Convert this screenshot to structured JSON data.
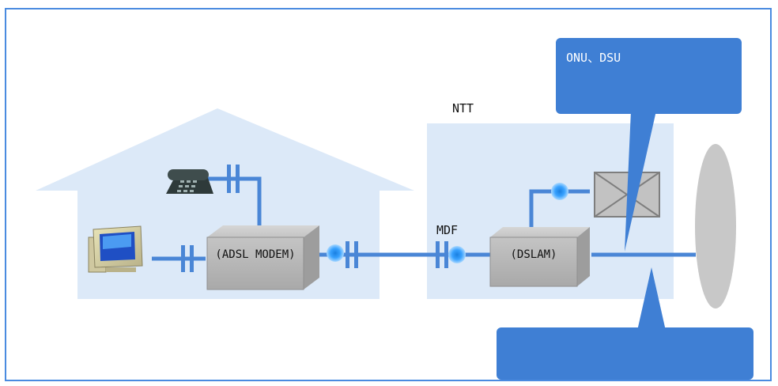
{
  "labels": {
    "customer_home": "",
    "ntt_office": "NTT",
    "phone": "",
    "protector": "",
    "mdf": "MDF",
    "cloud_text": ""
  },
  "devices": {
    "modem_line1": "",
    "modem_line2": "(ADSL MODEM)",
    "dslam_line1": "",
    "dslam_line2": "(DSLAM)"
  },
  "callouts": {
    "top": [
      "ONU、DSU",
      "",
      ""
    ],
    "bottom": [
      "",
      ""
    ]
  },
  "colors": {
    "area_fill": "#dce9f8",
    "line": "#4a86d6",
    "callout": "#3f7fd4",
    "device_box": "#b9b9b9",
    "cloud": "#c8c8c8"
  }
}
